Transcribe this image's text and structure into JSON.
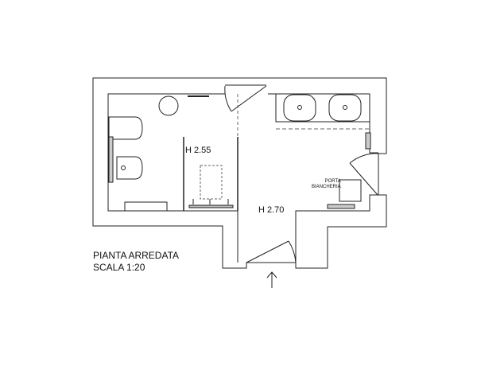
{
  "plan": {
    "title": "PIANTA ARREDATA",
    "scale": "SCALA 1:20",
    "rooms": [
      {
        "label": "H 2.55"
      },
      {
        "label": "H 2.70"
      }
    ],
    "laundry_label_line1": "PORTA",
    "laundry_label_line2": "BIANCHERIA"
  },
  "colors": {
    "line": "#222222",
    "dash": "#666666"
  }
}
